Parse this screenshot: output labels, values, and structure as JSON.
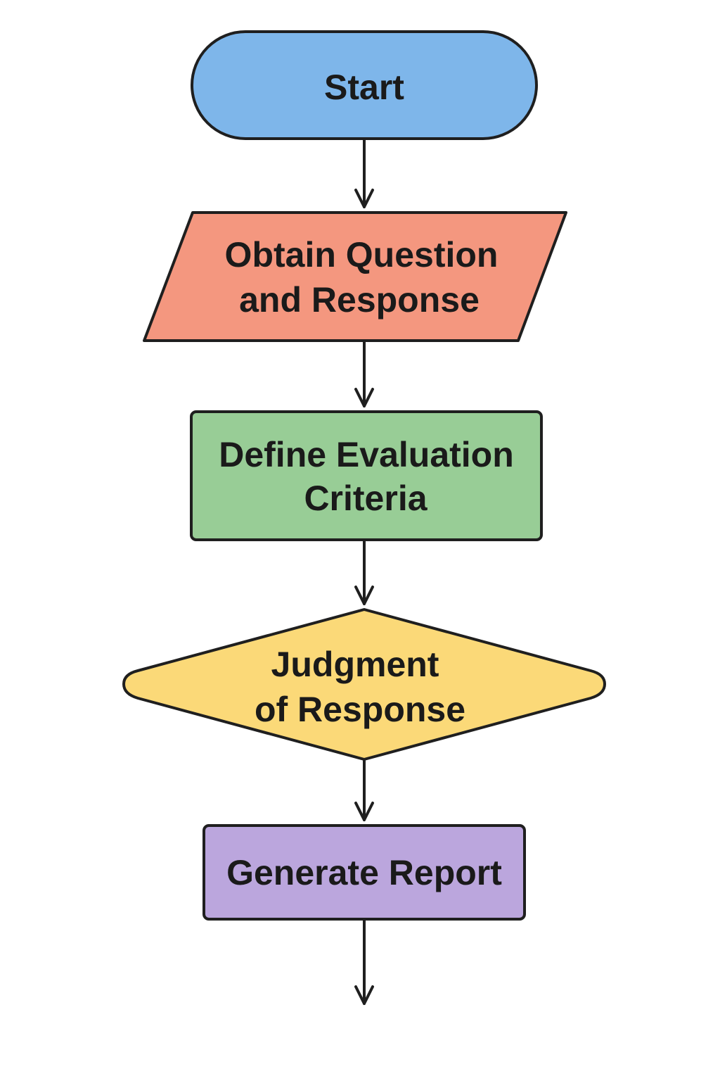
{
  "flowchart": {
    "nodes": [
      {
        "id": "start",
        "shape": "terminator",
        "lines": [
          "Start"
        ],
        "color": "#7eb6ea"
      },
      {
        "id": "obtain",
        "shape": "parallelogram",
        "lines": [
          "Obtain Question",
          "and Response"
        ],
        "color": "#f4977f"
      },
      {
        "id": "define",
        "shape": "process",
        "lines": [
          "Define Evaluation",
          "Criteria"
        ],
        "color": "#98cd96"
      },
      {
        "id": "judgment",
        "shape": "decision",
        "lines": [
          "Judgment",
          "of Response"
        ],
        "color": "#fbd978"
      },
      {
        "id": "report",
        "shape": "process",
        "lines": [
          "Generate Report"
        ],
        "color": "#bba6dd"
      }
    ],
    "edges": [
      {
        "from": "start",
        "to": "obtain"
      },
      {
        "from": "obtain",
        "to": "define"
      },
      {
        "from": "define",
        "to": "judgment"
      },
      {
        "from": "judgment",
        "to": "report"
      },
      {
        "from": "report",
        "to": null
      }
    ],
    "line_color": "#1f1f1f"
  }
}
